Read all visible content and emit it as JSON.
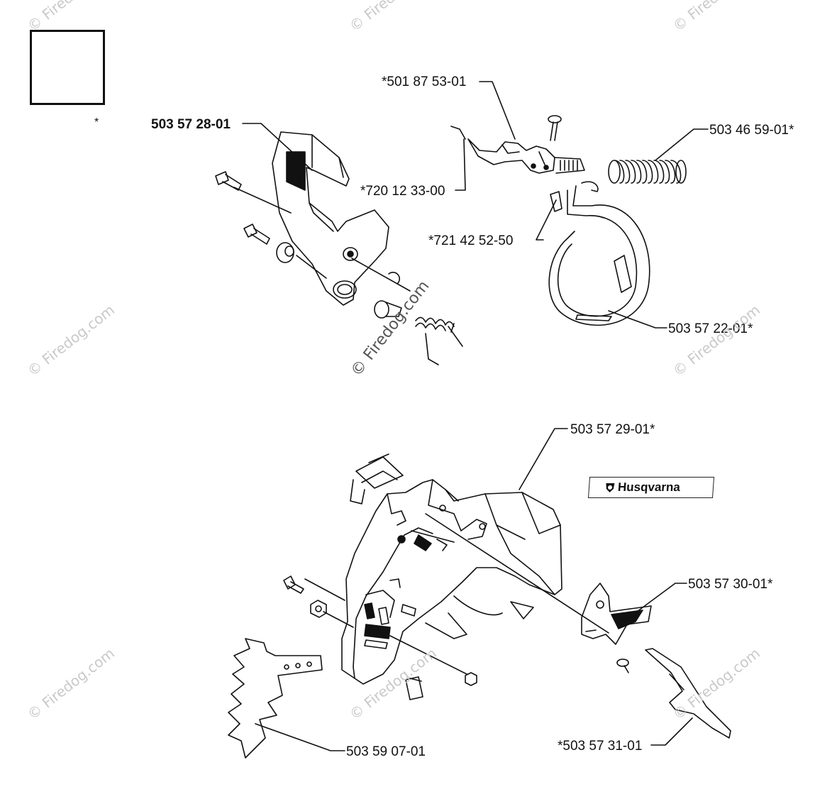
{
  "diagram": {
    "note_mark": "*",
    "brand_decal": "Husqvarna",
    "watermark": "© Firedog.com",
    "part_labels": {
      "p5035728": "503 57 28-01",
      "p5018753": "*501 87 53-01",
      "p5034659": "503 46 59-01*",
      "p7201233": "*720 12 33-00",
      "p7214252": "*721 42 52-50",
      "p5035722": "503 57 22-01*",
      "p5035729": "503 57 29-01*",
      "p5035730": "503 57 30-01*",
      "p5035907": "503 59 07-01",
      "p5035731": "*503 57 31-01"
    },
    "icons": {
      "tool": "wrench-icon",
      "brand": "husqvarna-crown-icon"
    }
  }
}
